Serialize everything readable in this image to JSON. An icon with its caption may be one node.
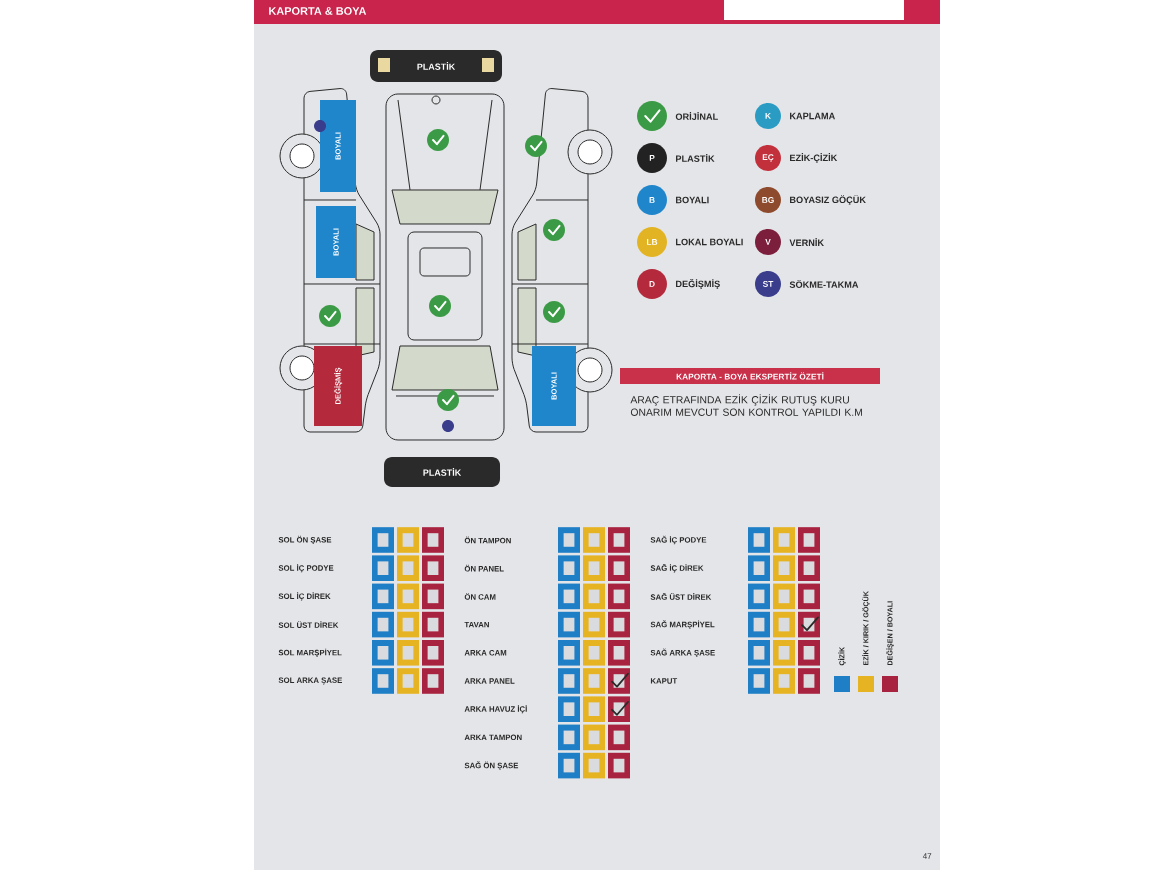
{
  "diagram": {
    "title": "KAPORTA & BOYA",
    "nodes": [
      {
        "text": [
          "PLASTİK"
        ]
      },
      {
        "text": [
          "BOYALI"
        ]
      },
      {
        "text": [
          "BOYALI"
        ]
      },
      {
        "text": [
          "DEĞİŞMİŞ"
        ]
      },
      {
        "text": [
          "BOYALI"
        ]
      },
      {
        "text": [
          "PLASTİK"
        ]
      },
      {
        "text": [
          "KAPORTA - BOYA EKSPERTİZ ÖZETİ"
        ]
      }
    ],
    "labels": [
      "K",
      "P",
      "EÇ",
      "B",
      "BG",
      "LB",
      "V",
      "D",
      "ST",
      "ARAÇ ETRAFINDA EZİK ÇİZİK RUTUŞ KURU ONARIM MEVCUT SON KONTROL YAPILDI K.M",
      "SOL ÖN ŞASE",
      "ÖN TAMPON",
      "SAĞ İÇ PODYE",
      "SOL İÇ PODYE",
      "ÖN PANEL",
      "SAĞ İÇ DİREK",
      "SOL İÇ DİREK",
      "ÖN CAM",
      "SAĞ ÜST DİREK",
      "SOL ÜST DİREK",
      "TAVAN",
      "SAĞ MARŞPİYEL",
      "SOL MARŞPİYEL",
      "ARKA CAM",
      "SAĞ ARKA ŞASE",
      "SOL ARKA ŞASE",
      "ARKA PANEL",
      "KAPUT",
      "ARKA HAVUZ İÇİ",
      "ARKA TAMPON",
      "SAĞ ÖN ŞASE",
      "47"
    ],
    "legend": [
      {
        "text": "ORİJİNAL",
        "color": "#3b9a45"
      },
      {
        "text": "KAPLAMA",
        "color": "#2a9cc4"
      },
      {
        "text": "PLASTİK",
        "color": "#222222"
      },
      {
        "text": "EZİK-ÇİZİK",
        "color": "#c2303c"
      },
      {
        "text": "BOYALI",
        "color": "#1f86cc"
      },
      {
        "text": "BOYASIZ GÖÇÜK",
        "color": "#8e4a2c"
      },
      {
        "text": "LOKAL BOYALI",
        "color": "#e2b424"
      },
      {
        "text": "VERNİK",
        "color": "#7c1f3c"
      },
      {
        "text": "DEĞİŞMİŞ",
        "color": "#b42a3c"
      },
      {
        "text": "SÖKME-TAKMA",
        "color": "#3a3d8c"
      },
      {
        "text": "ÇİZİK",
        "color": "#1f7fc6"
      },
      {
        "text": "EZİK / KIRIK / GÖÇÜK",
        "color": "#e6b422"
      },
      {
        "text": "DEĞİŞEN / BOYALI",
        "color": "#a8233f"
      }
    ]
  }
}
